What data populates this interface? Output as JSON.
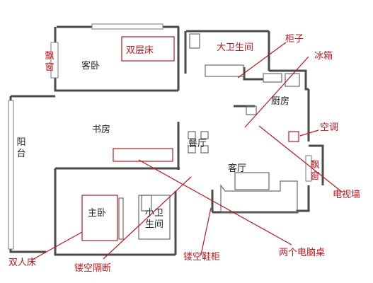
{
  "rooms": {
    "guest_bedroom": "客卧",
    "study": "书房",
    "balcony": "阳台",
    "dining": "餐厅",
    "living": "客厅",
    "master_bedroom": "主卧",
    "small_bathroom": "小卫生间",
    "kitchen": "厨房"
  },
  "annotations": {
    "bay_window_left": "飘窗",
    "bunk_bed": "双层床",
    "big_bathroom": "大卫生间",
    "cabinet": "柜子",
    "fridge": "冰箱",
    "air_conditioner": "空调",
    "bay_window_right": "飘窗",
    "tv_wall": "电视墙",
    "two_desks": "两个电脑桌",
    "hollow_shoe_cabinet": "镂空鞋柜",
    "hollow_partition": "镂空隔断",
    "double_bed": "双人床"
  },
  "colors": {
    "wall": "#4a4a4a",
    "furniture": "#6b6b6b",
    "annotation": "#c0161e",
    "room_label": "#222222"
  }
}
